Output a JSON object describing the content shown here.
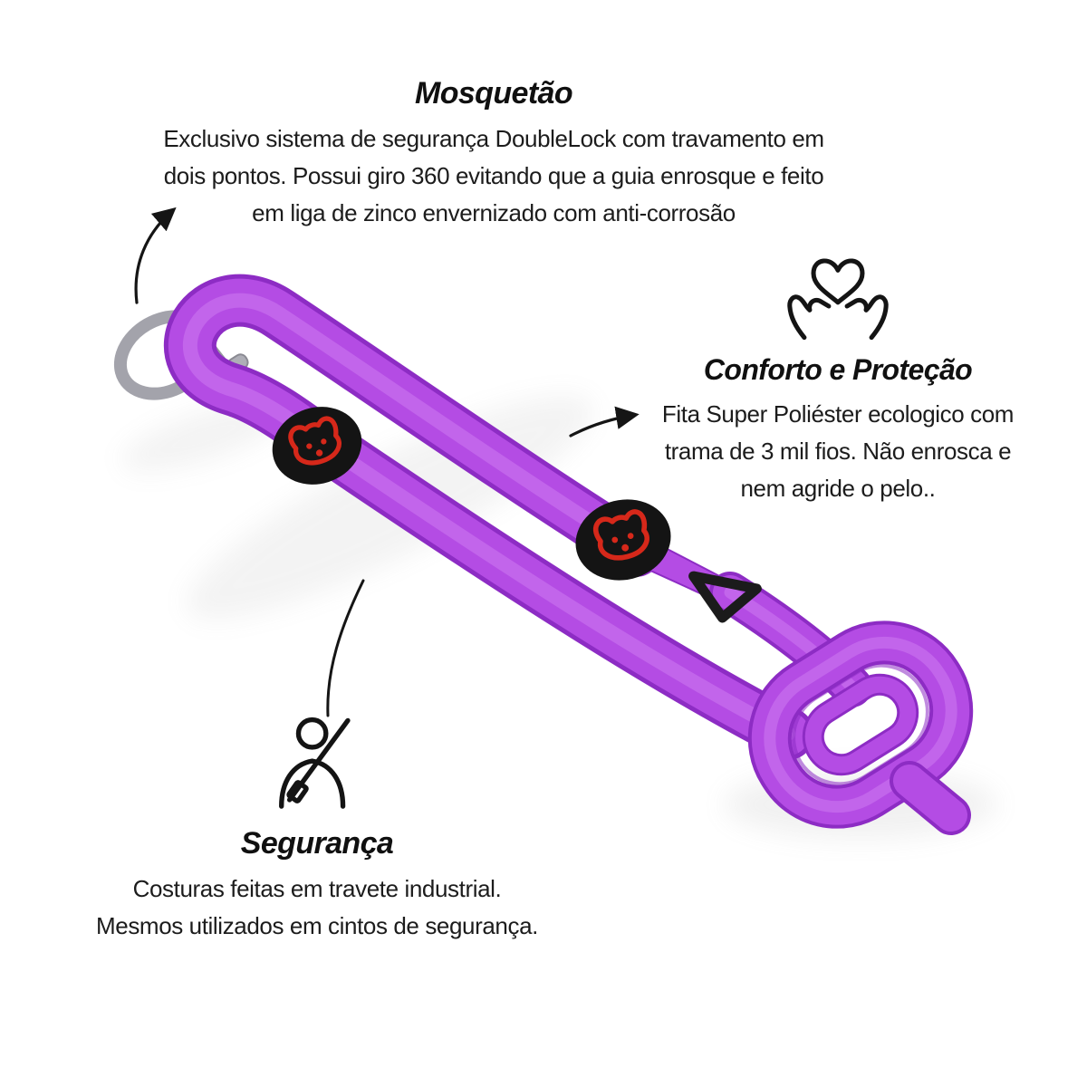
{
  "page": {
    "type": "product-feature-infographic",
    "language": "pt-BR",
    "background": "#ffffff"
  },
  "product": {
    "name": "Guia para cães roxa com mosquetão DoubleLock",
    "colors": {
      "strap_base": "#b44ce4",
      "strap_dark": "#8d2cc4",
      "strap_lite": "#cf7df2",
      "patch": "#141414",
      "logo": "#d6281a",
      "metal": "#a3a3ab",
      "ink": "#141414"
    }
  },
  "callouts": {
    "mosquetao": {
      "title": "Mosquetão",
      "description": "Exclusivo sistema de segurança DoubleLock com travamento em\ndois pontos. Possui giro 360 evitando que a guia enrosque e feito\nem liga de zinco envernizado com anti-corrosão"
    },
    "conforto": {
      "title": "Conforto e Proteção",
      "description": "Fita Super Poliéster ecologico com\ntrama de 3 mil fios. Não enrosca e\nnem agride o pelo..",
      "icon": "hands-holding-heart-icon"
    },
    "seguranca": {
      "title": "Segurança",
      "description": "Costuras feitas em travete industrial.\nMesmos utilizados em cintos de segurança.",
      "icon": "seatbelt-icon"
    }
  }
}
